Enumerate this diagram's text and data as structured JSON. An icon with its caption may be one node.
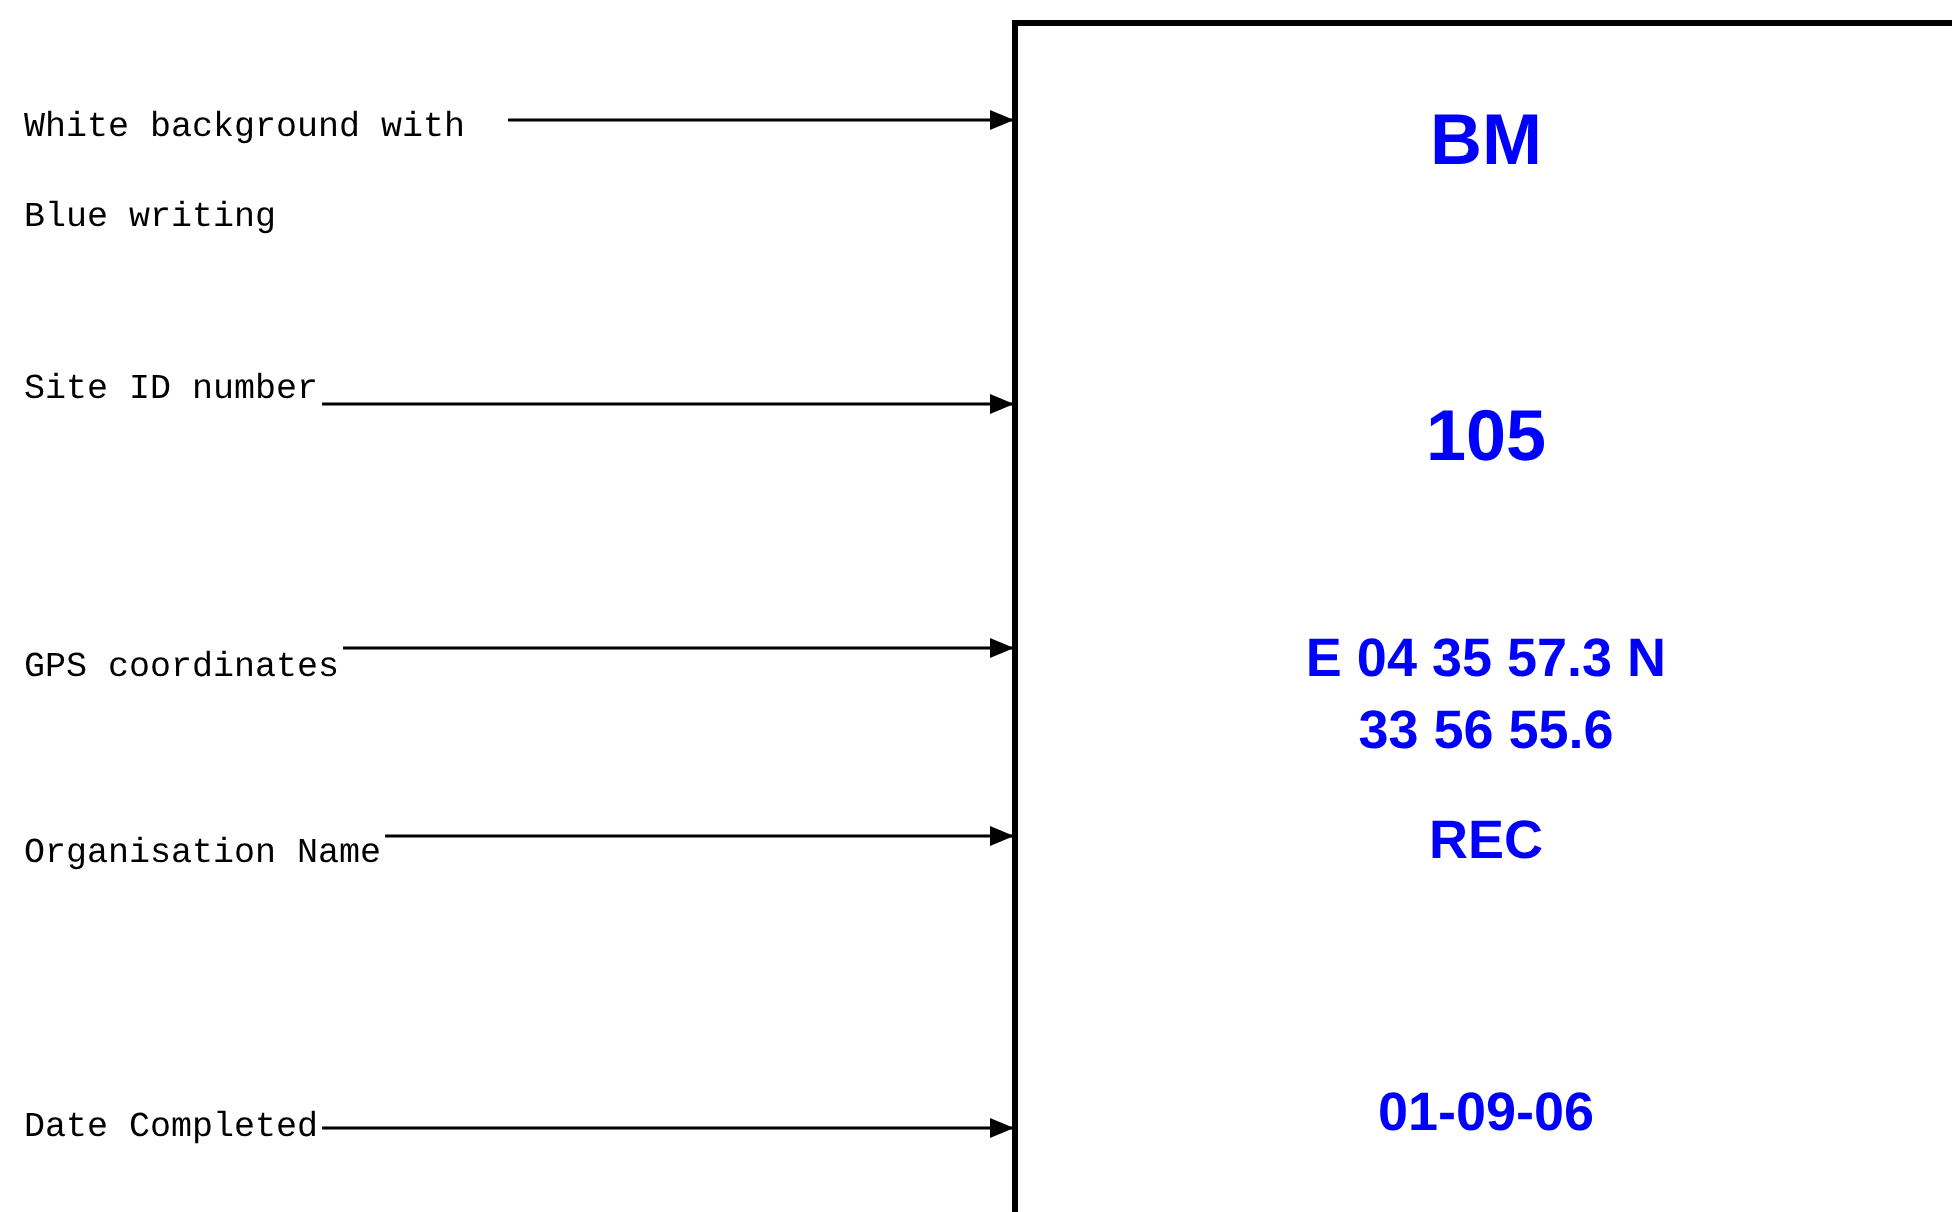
{
  "diagram": {
    "nodes": [
      {
        "text": [
          "White background with Blue writing"
        ]
      },
      {
        "text": [
          "Site ID number"
        ]
      },
      {
        "text": [
          "GPS coordinates"
        ]
      },
      {
        "text": [
          "Organisation Name"
        ]
      },
      {
        "text": [
          "Date Completed"
        ]
      },
      {
        "text": [
          "BM",
          "105",
          "E 04 35 57.3 N 33 56 55.6",
          "REC",
          "01-09-06"
        ]
      }
    ],
    "edges": [
      {
        "from": 0,
        "to": 5,
        "arrow": "to"
      },
      {
        "from": 1,
        "to": 5,
        "arrow": "to"
      },
      {
        "from": 2,
        "to": 5,
        "arrow": "to"
      },
      {
        "from": 3,
        "to": 5,
        "arrow": "to"
      },
      {
        "from": 4,
        "to": 5,
        "arrow": "to"
      }
    ]
  }
}
